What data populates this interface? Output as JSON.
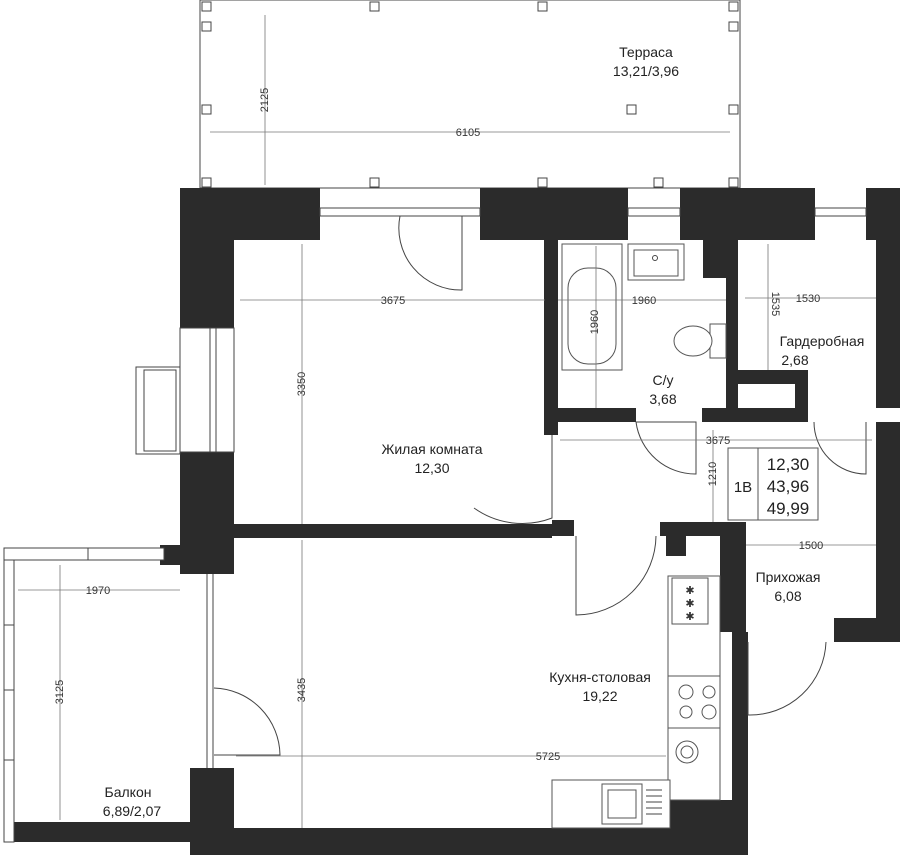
{
  "rooms": {
    "terrace": {
      "name": "Терраса",
      "area": "13,21/3,96"
    },
    "living": {
      "name": "Жилая комната",
      "area": "12,30"
    },
    "bathroom": {
      "name": "С/у",
      "area": "3,68"
    },
    "wardrobe": {
      "name": "Гардеробная",
      "area": "2,68"
    },
    "hallway": {
      "name": "Прихожая",
      "area": "6,08"
    },
    "kitchen": {
      "name": "Кухня-столовая",
      "area": "19,22"
    },
    "balcony": {
      "name": "Балкон",
      "area": "6,89/2,07"
    }
  },
  "summary": {
    "type": "1В",
    "living_area": "12,30",
    "total_area": "43,96",
    "total_with_outdoor": "49,99"
  },
  "dimensions": {
    "terrace_depth": "2125",
    "terrace_width": "6105",
    "living_width": "3675",
    "bath_width": "1960",
    "bathtub_length": "1960",
    "wardrobe_depth": "1535",
    "wardrobe_width": "1530",
    "living_depth": "3350",
    "corridor_width": "3675",
    "hall_depth": "1210",
    "hall_width": "1500",
    "balcony_width": "1970",
    "balcony_depth": "3125",
    "kitchen_depth": "3435",
    "kitchen_width": "5725"
  },
  "colors": {
    "wall": "#2b2b2b",
    "line": "#444444"
  }
}
